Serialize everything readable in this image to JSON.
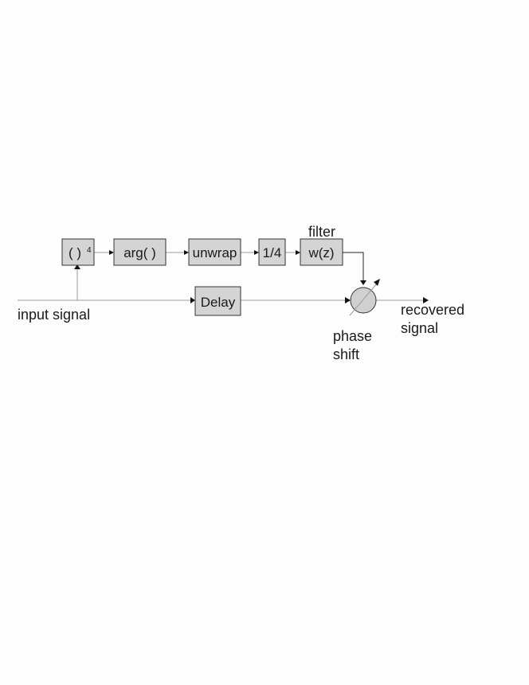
{
  "diagram": {
    "blocks": {
      "power": {
        "label": "(  )",
        "exponent": "4"
      },
      "arg": {
        "label": "arg( )"
      },
      "unwrap": {
        "label": "unwrap"
      },
      "quarter": {
        "label": "1/4"
      },
      "filter": {
        "label": "w(z)",
        "caption": "filter"
      },
      "delay": {
        "label": "Delay"
      }
    },
    "labels": {
      "input": "input signal",
      "output_line1": "recovered",
      "output_line2": "signal",
      "phase_line1": "phase",
      "phase_line2": "shift"
    },
    "colors": {
      "block_fill": "#d4d4d4",
      "circle_fill": "#d0d0d0",
      "line": "#9a9a9a",
      "background": "#fdfdfd"
    }
  }
}
